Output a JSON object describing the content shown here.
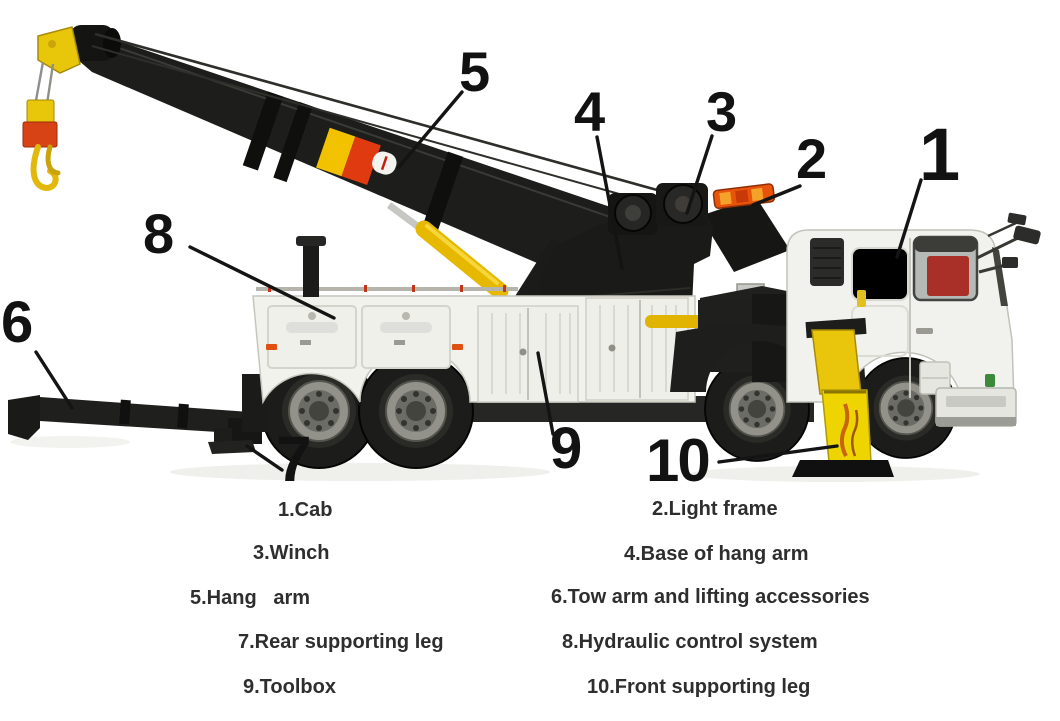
{
  "callouts": [
    {
      "num": "1",
      "target": "cab"
    },
    {
      "num": "2",
      "target": "light-frame"
    },
    {
      "num": "3",
      "target": "winch"
    },
    {
      "num": "4",
      "target": "base-of-hang-arm"
    },
    {
      "num": "5",
      "target": "hang-arm"
    },
    {
      "num": "6",
      "target": "tow-arm-and-lifting-accessories"
    },
    {
      "num": "7",
      "target": "rear-supporting-leg"
    },
    {
      "num": "8",
      "target": "hydraulic-control-system"
    },
    {
      "num": "9",
      "target": "toolbox"
    },
    {
      "num": "10",
      "target": "front-supporting-leg"
    }
  ],
  "legend": {
    "items": [
      {
        "label": "1.Cab"
      },
      {
        "label": "2.Light frame"
      },
      {
        "label": "3.Winch"
      },
      {
        "label": "4.Base of hang arm"
      },
      {
        "label": "5.Hang   arm"
      },
      {
        "label": "6.Tow arm and lifting accessories"
      },
      {
        "label": "7.Rear supporting leg"
      },
      {
        "label": "8.Hydraulic control system"
      },
      {
        "label": "9.Toolbox"
      },
      {
        "label": "10.Front supporting leg"
      }
    ]
  },
  "colors": {
    "boom_black": "#1d1d1b",
    "accent_yellow": "#e8c60a",
    "hydraulic_yellow": "#e6b800",
    "warning_yellow": "#f2c200",
    "warning_red": "#e03a10",
    "light_frame_orange": "#e8540c",
    "body_white": "#f2f2ec",
    "cab_white": "#f1f1ed",
    "text_dark": "#2e2e2e",
    "leader_line": "#141414"
  }
}
